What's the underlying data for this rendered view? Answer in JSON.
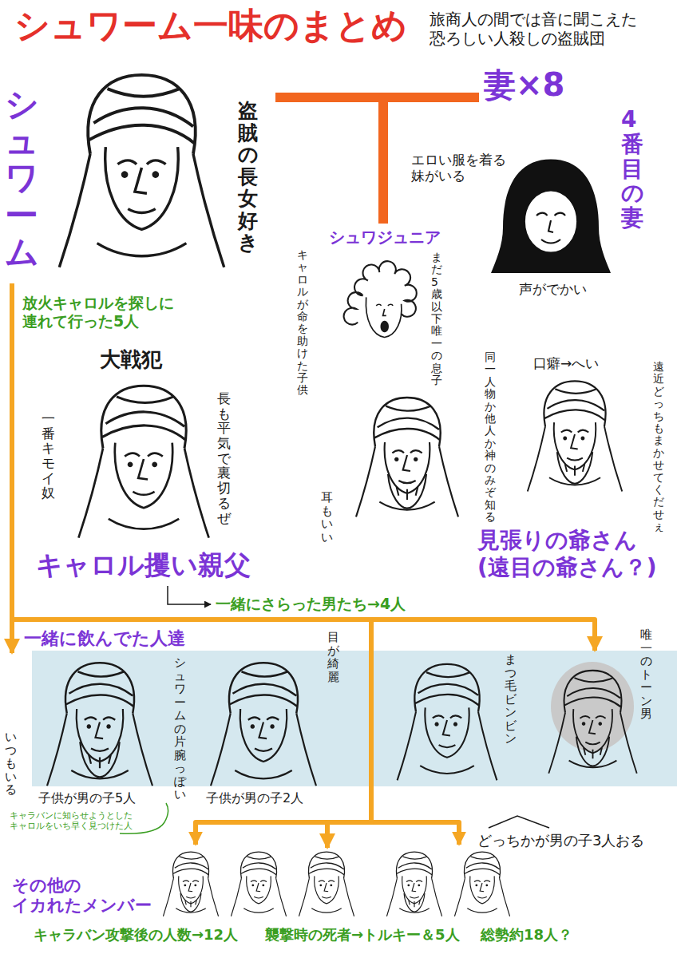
{
  "diagram": {
    "title": "シュワーム一味のまとめ",
    "nodes": [
      {
        "text": [
          "シュワーム",
          "盗賊の長 女好き"
        ]
      },
      {
        "text": [
          "妻×8"
        ]
      },
      {
        "text": [
          "シュワジュニア",
          "キャロルが命を 助けた子供",
          "まだ5歳以下 唯一の息子"
        ]
      },
      {
        "text": [
          "4番目の妻",
          "エロい服を着る 妹がいる",
          "声がでかい"
        ]
      },
      {
        "text": [
          "大戦犯",
          "一番キモイ奴",
          "長も平気で 裏切るぜ",
          "キャロル攫い親父"
        ]
      },
      {
        "text": [
          "口癖→へい",
          "同一人物か他人 か神のみぞ知る",
          "遠近どっちも まかせてくだせぇ",
          "耳もいい",
          "見張りの爺さん (遠目の爺さん？)"
        ]
      },
      {
        "text": [
          "一緒に飲んでた人達"
        ]
      },
      {
        "text": [
          "シュワームの 片腕っぽい",
          "いつもいる",
          "子供が男の子5人"
        ],
        "in": 6
      },
      {
        "text": [
          "目が綺麗",
          "子供が男の子2人"
        ],
        "in": 6
      },
      {
        "text": [
          "まつ毛ビンビン"
        ],
        "in": 6
      },
      {
        "text": [
          "唯一の トーン男"
        ],
        "in": 6
      },
      {
        "text": [
          "その他の イカれたメンバー"
        ]
      }
    ],
    "edges": [
      {
        "from": 0,
        "to": 1,
        "arrow": "none"
      },
      {
        "from": 0,
        "to": 2,
        "arrow": "none"
      },
      {
        "from": 1,
        "to": 2,
        "arrow": "none"
      },
      {
        "from": 0,
        "to": 7,
        "arrow": "to",
        "label": "放火キャロルを探しに 連れて行った5人"
      },
      {
        "from": 0,
        "to": 10,
        "arrow": "to"
      },
      {
        "from": 0,
        "to": 11,
        "arrow": "to"
      }
    ],
    "labels": [
      "旅商人の間では音に聞こえた 恐ろしい人殺しの盗賊団",
      "一緒にさらった男たち→4人",
      "キャラバンに知らせようとした キャロルをいち早く見つけた人",
      "どっちかが男の子3人おる",
      "キャラバン攻撃後の人数→12人",
      "襲撃時の死者→トルキー＆5人",
      "総勢約18人？"
    ]
  }
}
